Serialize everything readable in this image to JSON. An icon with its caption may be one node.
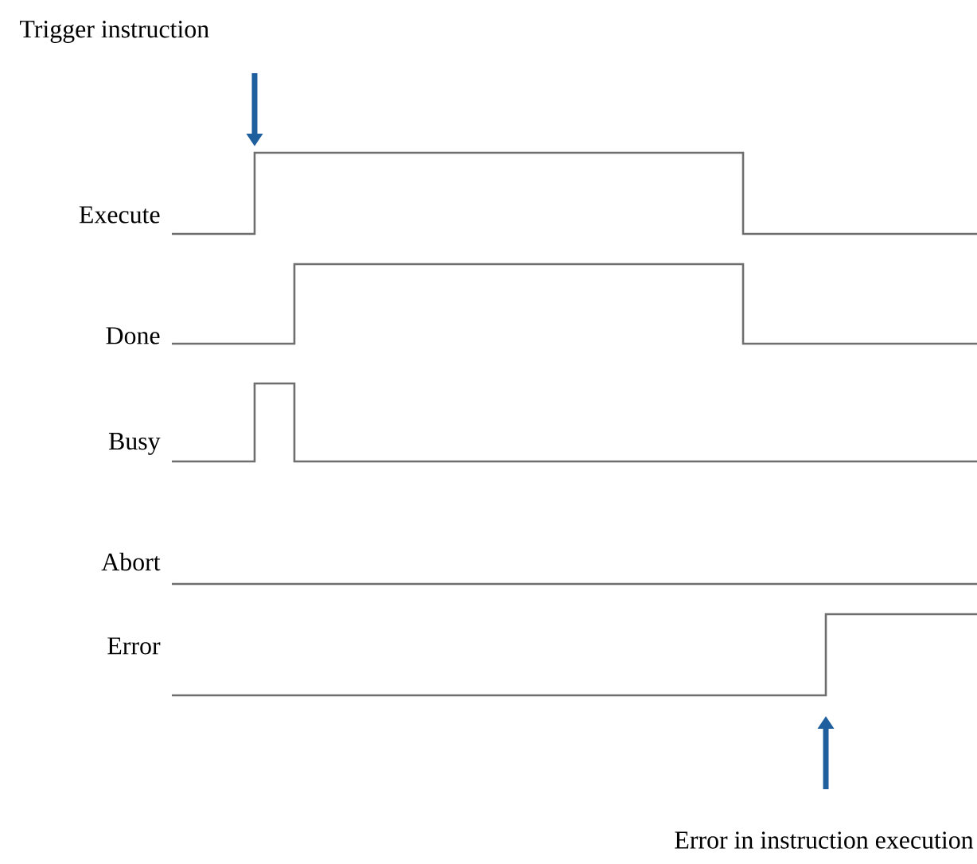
{
  "diagram": {
    "labels": [
      "Trigger instruction",
      "Execute",
      "Done",
      "Busy",
      "Abort",
      "Error",
      "Error in instruction execution"
    ]
  }
}
